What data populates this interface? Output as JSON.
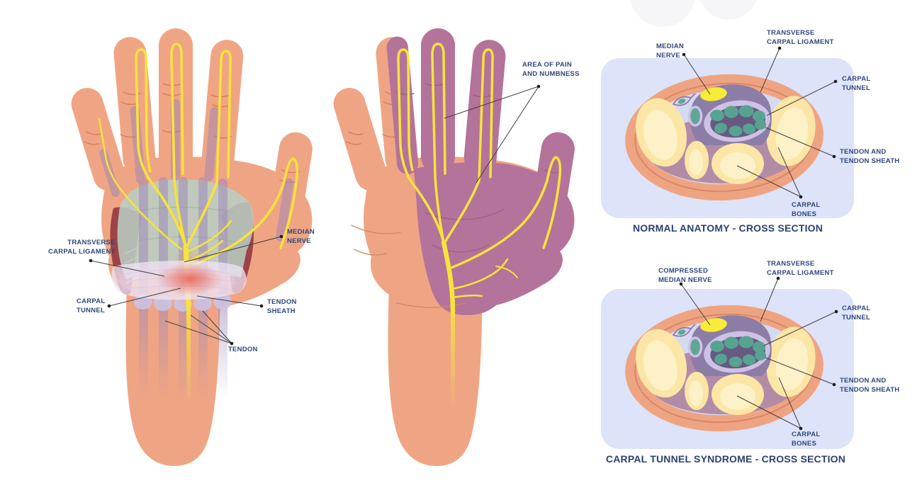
{
  "left_hand_diagram": {
    "labels": {
      "transverse_carpal_ligament": "TRANSVERSE\nCARPAL LIGAMENT",
      "carpal_tunnel": "CARPAL\nTUNNEL",
      "median_nerve": "MEDIAN\nNERVE",
      "tendon_sheath": "TENDON\nSHEATH",
      "tendon": "TENDON"
    }
  },
  "middle_hand_diagram": {
    "labels": {
      "area_of_pain": "AREA OF PAIN\nAND NUMBNESS"
    }
  },
  "normal_cross_section": {
    "title": "NORMAL ANATOMY - CROSS SECTION",
    "labels": {
      "median_nerve": "MEDIAN\nNERVE",
      "transverse_carpal_ligament": "TRANSVERSE\nCARPAL LIGAMENT",
      "carpal_tunnel": "CARPAL\nTUNNEL",
      "tendon_and_tendon_sheath": "TENDON AND\nTENDON SHEATH",
      "carpal_bones": "CARPAL\nBONES"
    }
  },
  "syndrome_cross_section": {
    "title": "CARPAL TUNNEL SYNDROME - CROSS SECTION",
    "labels": {
      "compressed_median_nerve": "COMPRESSED\nMEDIAN NERVE",
      "transverse_carpal_ligament": "TRANSVERSE\nCARPAL LIGAMENT",
      "carpal_tunnel": "CARPAL\nTUNNEL",
      "tendon_and_tendon_sheath": "TENDON AND\nTENDON SHEATH",
      "carpal_bones": "CARPAL\nBONES"
    }
  },
  "colors": {
    "label_text": "#2F477C",
    "title_text": "#2D4170",
    "skin": "#EFA584",
    "nerve_yellow": "#F7E33C",
    "pain_overlay_purple": "#B4739A",
    "panel_background": "#DDE3F9",
    "bone_yellow": "#FBE6A6",
    "tendon_teal": "#57A392",
    "tunnel_lavender": "#CFC1E5",
    "tunnel_interior": "#665A80",
    "muscle_maroon": "#9E4246",
    "mauve_tissue": "#B28CA7",
    "sage_palm": "#B8CFC5"
  }
}
